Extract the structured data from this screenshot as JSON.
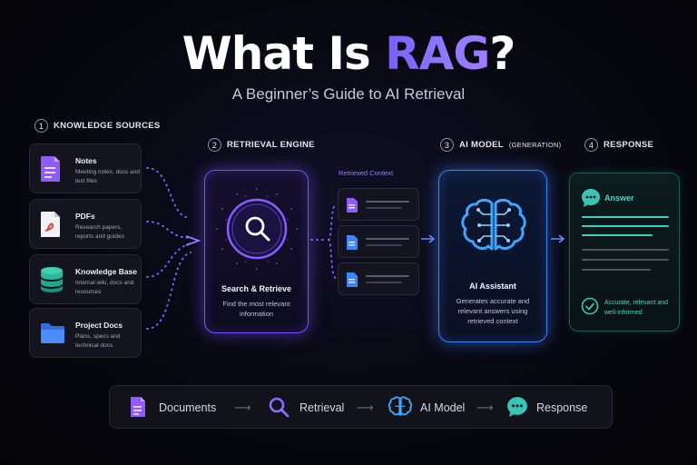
{
  "title": {
    "main": "What Is ",
    "accent": "RAG",
    "suffix": "?"
  },
  "subtitle": "A Beginner’s Guide to AI Retrieval",
  "steps": [
    {
      "num": "1",
      "label": "KNOWLEDGE SOURCES",
      "small": ""
    },
    {
      "num": "2",
      "label": "RETRIEVAL ENGINE",
      "small": ""
    },
    {
      "num": "3",
      "label": "AI MODEL ",
      "small": "(GENERATION)"
    },
    {
      "num": "4",
      "label": "RESPONSE",
      "small": ""
    }
  ],
  "sources": [
    {
      "name": "Notes",
      "desc": "Meeting notes, docs and text files",
      "icon": "note-icon"
    },
    {
      "name": "PDFs",
      "desc": "Research papers, reports and guides",
      "icon": "pdf-icon"
    },
    {
      "name": "Knowledge Base",
      "desc": "Internal wiki, docs and resources",
      "icon": "database-icon"
    },
    {
      "name": "Project Docs",
      "desc": "Plans, specs and technical docs",
      "icon": "folder-icon"
    }
  ],
  "retrieval": {
    "title": "Search & Retrieve",
    "desc": "Find the most relevant information",
    "icon": "search-icon"
  },
  "context": {
    "label": "Retrieved Context"
  },
  "ai": {
    "title": "AI Assistant",
    "desc": "Generates accurate and relevant answers using retrieved context",
    "icon": "brain-icon"
  },
  "response": {
    "title": "Answer",
    "footer": "Accurate, relevant and well-informed",
    "icon": "chat-icon"
  },
  "flow": [
    {
      "label": "Documents",
      "icon": "document-icon"
    },
    {
      "label": "Retrieval",
      "icon": "search-icon"
    },
    {
      "label": "AI Model",
      "icon": "brain-icon"
    },
    {
      "label": "Response",
      "icon": "chat-icon"
    }
  ],
  "colors": {
    "purple": "#7b5cff",
    "blue": "#3b82ff",
    "teal": "#4fd1c5"
  }
}
